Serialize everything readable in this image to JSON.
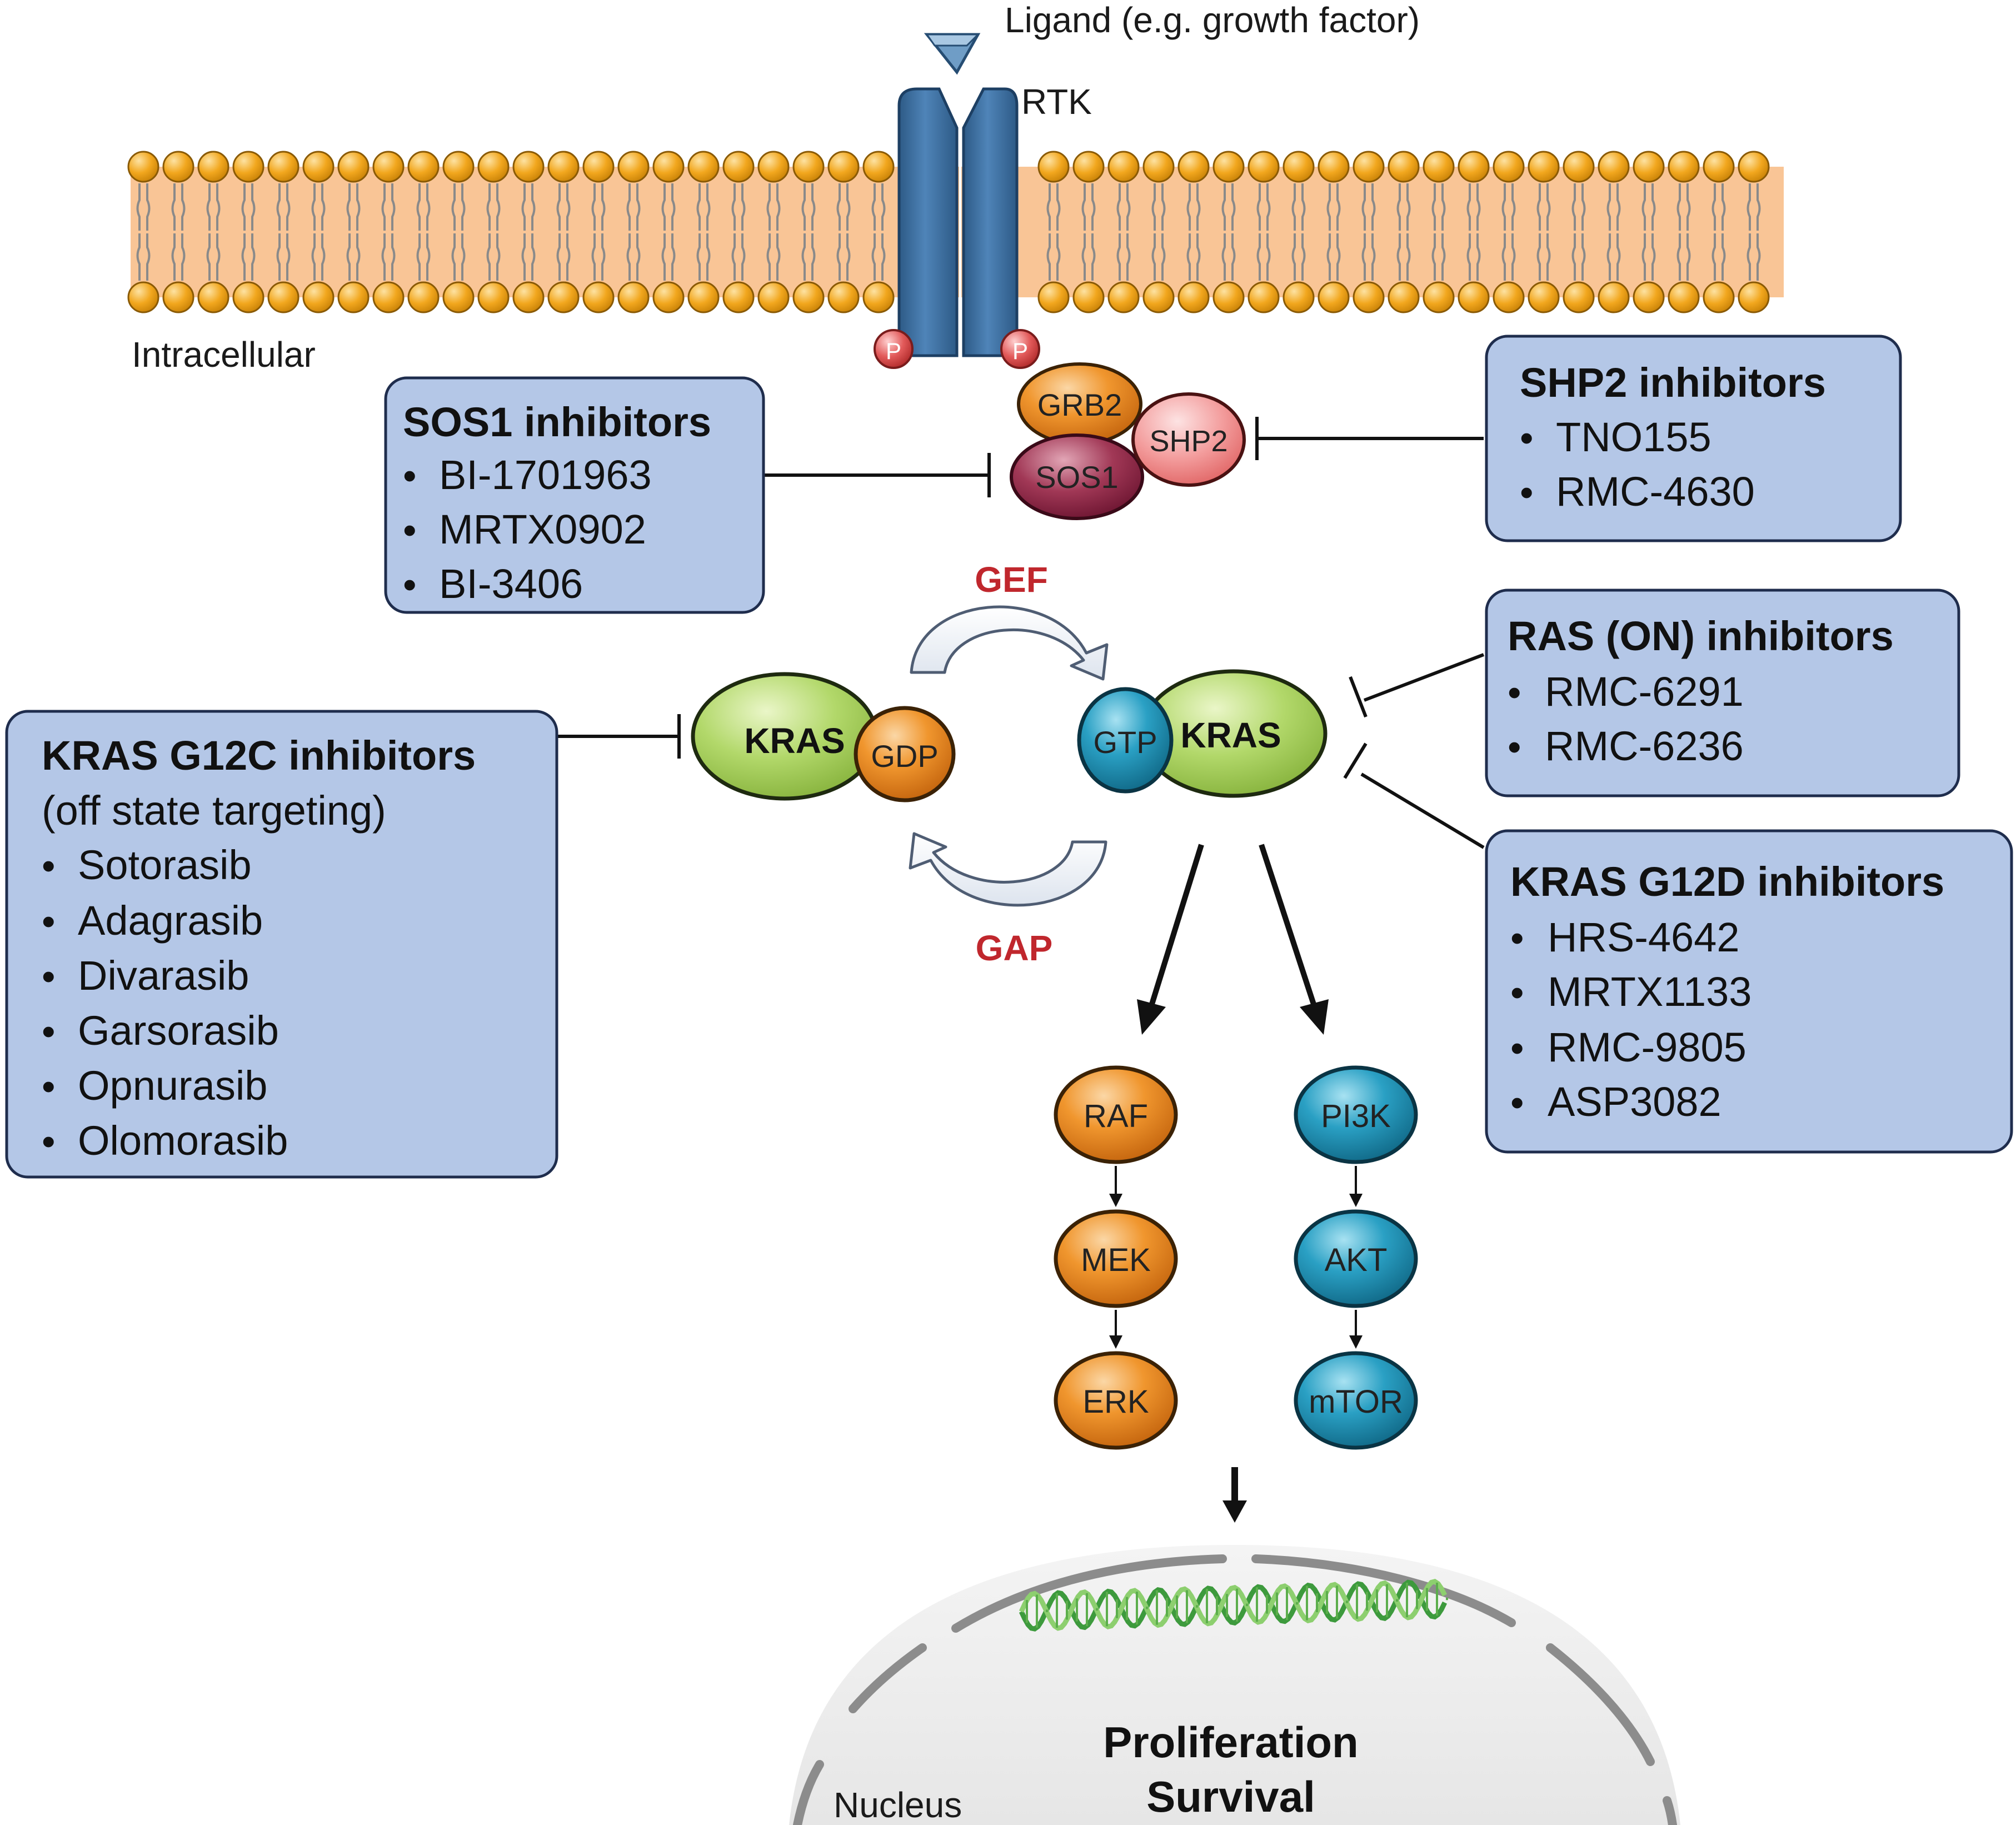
{
  "labels": {
    "ligand": "Ligand (e.g. growth factor)",
    "rtk": "RTK",
    "intracellular": "Intracellular",
    "phospho": "P",
    "gef": "GEF",
    "gap": "GAP",
    "nucleus": "Nucleus",
    "outcome_1": "Proliferation",
    "outcome_2": "Survival"
  },
  "proteins": {
    "grb2": "GRB2",
    "shp2": "SHP2",
    "sos1": "SOS1",
    "kras": "KRAS",
    "gdp": "GDP",
    "gtp": "GTP",
    "raf": "RAF",
    "mek": "MEK",
    "erk": "ERK",
    "pi3k": "PI3K",
    "akt": "AKT",
    "mtor": "mTOR"
  },
  "inhibitor_boxes": {
    "sos1": {
      "title": "SOS1 inhibitors",
      "items": [
        "BI-1701963",
        "MRTX0902",
        "BI-3406"
      ]
    },
    "shp2": {
      "title": "SHP2 inhibitors",
      "items": [
        "TNO155",
        "RMC-4630"
      ]
    },
    "ras_on": {
      "title": "RAS (ON) inhibitors",
      "items": [
        "RMC-6291",
        "RMC-6236"
      ]
    },
    "g12c": {
      "title": "KRAS G12C inhibitors",
      "subtitle": "(off state targeting)",
      "items": [
        "Sotorasib",
        "Adagrasib",
        "Divarasib",
        "Garsorasib",
        "Opnurasib",
        "Olomorasib"
      ]
    },
    "g12d": {
      "title": "KRAS G12D inhibitors",
      "items": [
        "HRS-4642",
        "MRTX1133",
        "RMC-9805",
        "ASP3082"
      ]
    }
  },
  "bullet": "•",
  "colors": {
    "box_fill": "#b4c7e7",
    "box_stroke": "#1f2d4d",
    "membrane_fill": "#f8c393",
    "lipid_head": "#f0a020",
    "rtk": "#3f6fa0",
    "kras": "#a8cf5c",
    "orange_protein": "#e8821e",
    "teal_protein": "#1f8fb0",
    "sos1": "#8e2340",
    "shp2": "#f08080",
    "gef_gap": "#c0272d"
  }
}
